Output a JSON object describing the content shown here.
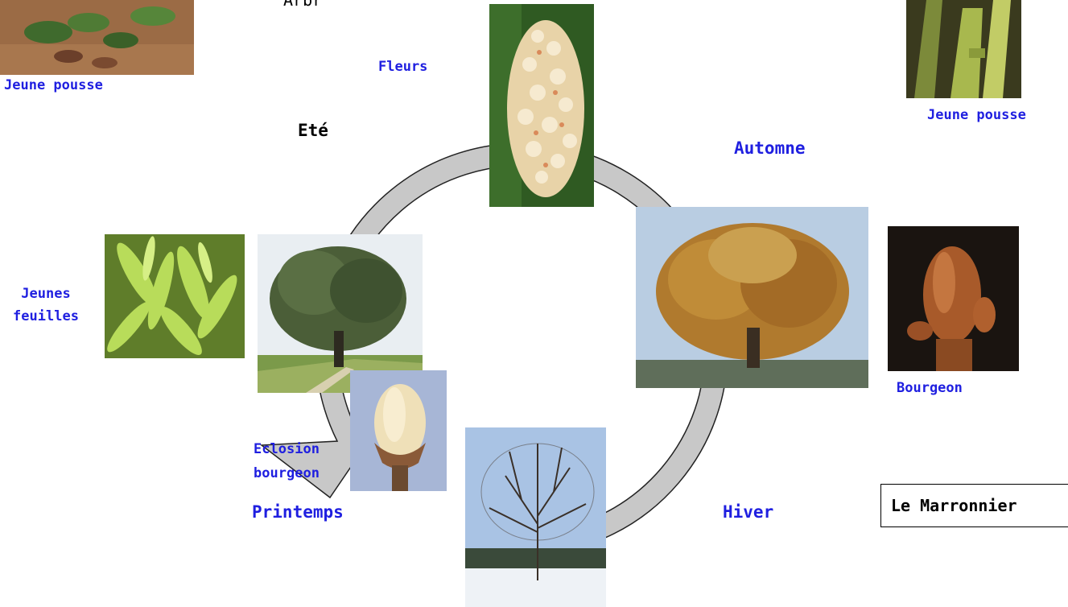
{
  "diagram": {
    "title": "Le Marronnier",
    "fragment_text": "Arbr",
    "seasons": {
      "ete": "Eté",
      "automne": "Automne",
      "hiver": "Hiver",
      "printemps": "Printemps"
    },
    "labels": {
      "jeune_pousse_left": "Jeune pousse",
      "jeune_pousse_right": "Jeune pousse",
      "fleurs": "Fleurs",
      "jeunes_feuilles_1": "Jeunes",
      "jeunes_feuilles_2": "feuilles",
      "eclosion_1": "Eclosion",
      "eclosion_2": "bourgeon",
      "bourgeon": "Bourgeon"
    },
    "colors": {
      "label_blue": "#1f1fe0",
      "arrow_fill": "#c8c8c8",
      "arrow_stroke": "#222222"
    }
  }
}
